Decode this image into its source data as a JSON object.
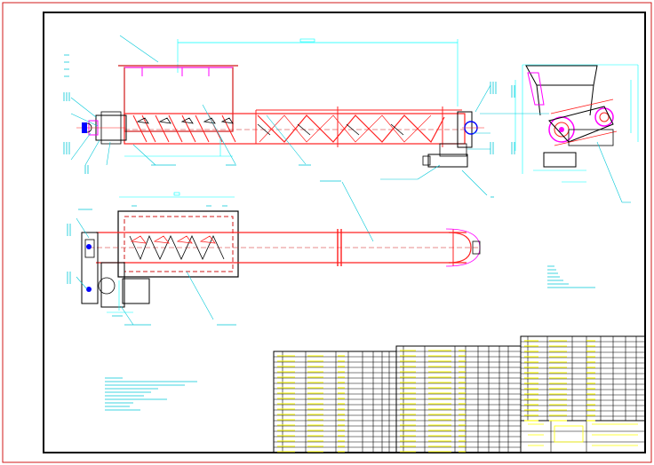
{
  "drawing": {
    "type": "engineering-drawing",
    "subject": "screw-conveyor",
    "views": [
      "front-elevation",
      "side-elevation",
      "plan"
    ],
    "text_legible": false
  },
  "colors": {
    "background": "#ffffff",
    "outer_border": "#d01818",
    "frame": "#000000",
    "machine": "#ff2020",
    "dimension": "#00ffff",
    "label": "#00c8d8",
    "hatch": "#ff00ff",
    "title_block": "#ffff00",
    "table_line": "#000000"
  }
}
